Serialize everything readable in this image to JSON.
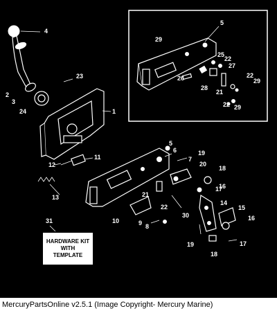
{
  "caption": "MercuryPartsOnline v2.5.1 (Image Copyright- Mercury Marine)",
  "hardware_kit": {
    "line1": "HARDWARE KIT",
    "line2": "WITH",
    "line3": "TEMPLATE"
  },
  "callouts": {
    "c1": "1",
    "c2": "2",
    "c3": "3",
    "c4": "4",
    "c5": "5",
    "c5b": "5",
    "c6": "6",
    "c7": "7",
    "c8": "8",
    "c9": "9",
    "c10": "10",
    "c11": "11",
    "c12": "12",
    "c13": "13",
    "c14": "14",
    "c15": "15",
    "c16": "16",
    "c16b": "16",
    "c17": "17",
    "c17b": "17",
    "c18": "18",
    "c18b": "18",
    "c19": "19",
    "c19b": "19",
    "c20": "20",
    "c21": "21",
    "c21b": "21",
    "c22a": "22",
    "c22b": "22",
    "c22c": "22",
    "c22d": "22",
    "c23": "23",
    "c24": "24",
    "c25": "25",
    "c26": "26",
    "c27": "27",
    "c28": "28",
    "c29a": "29",
    "c29b": "29",
    "c29c": "29",
    "c30": "30",
    "c31": "31"
  }
}
